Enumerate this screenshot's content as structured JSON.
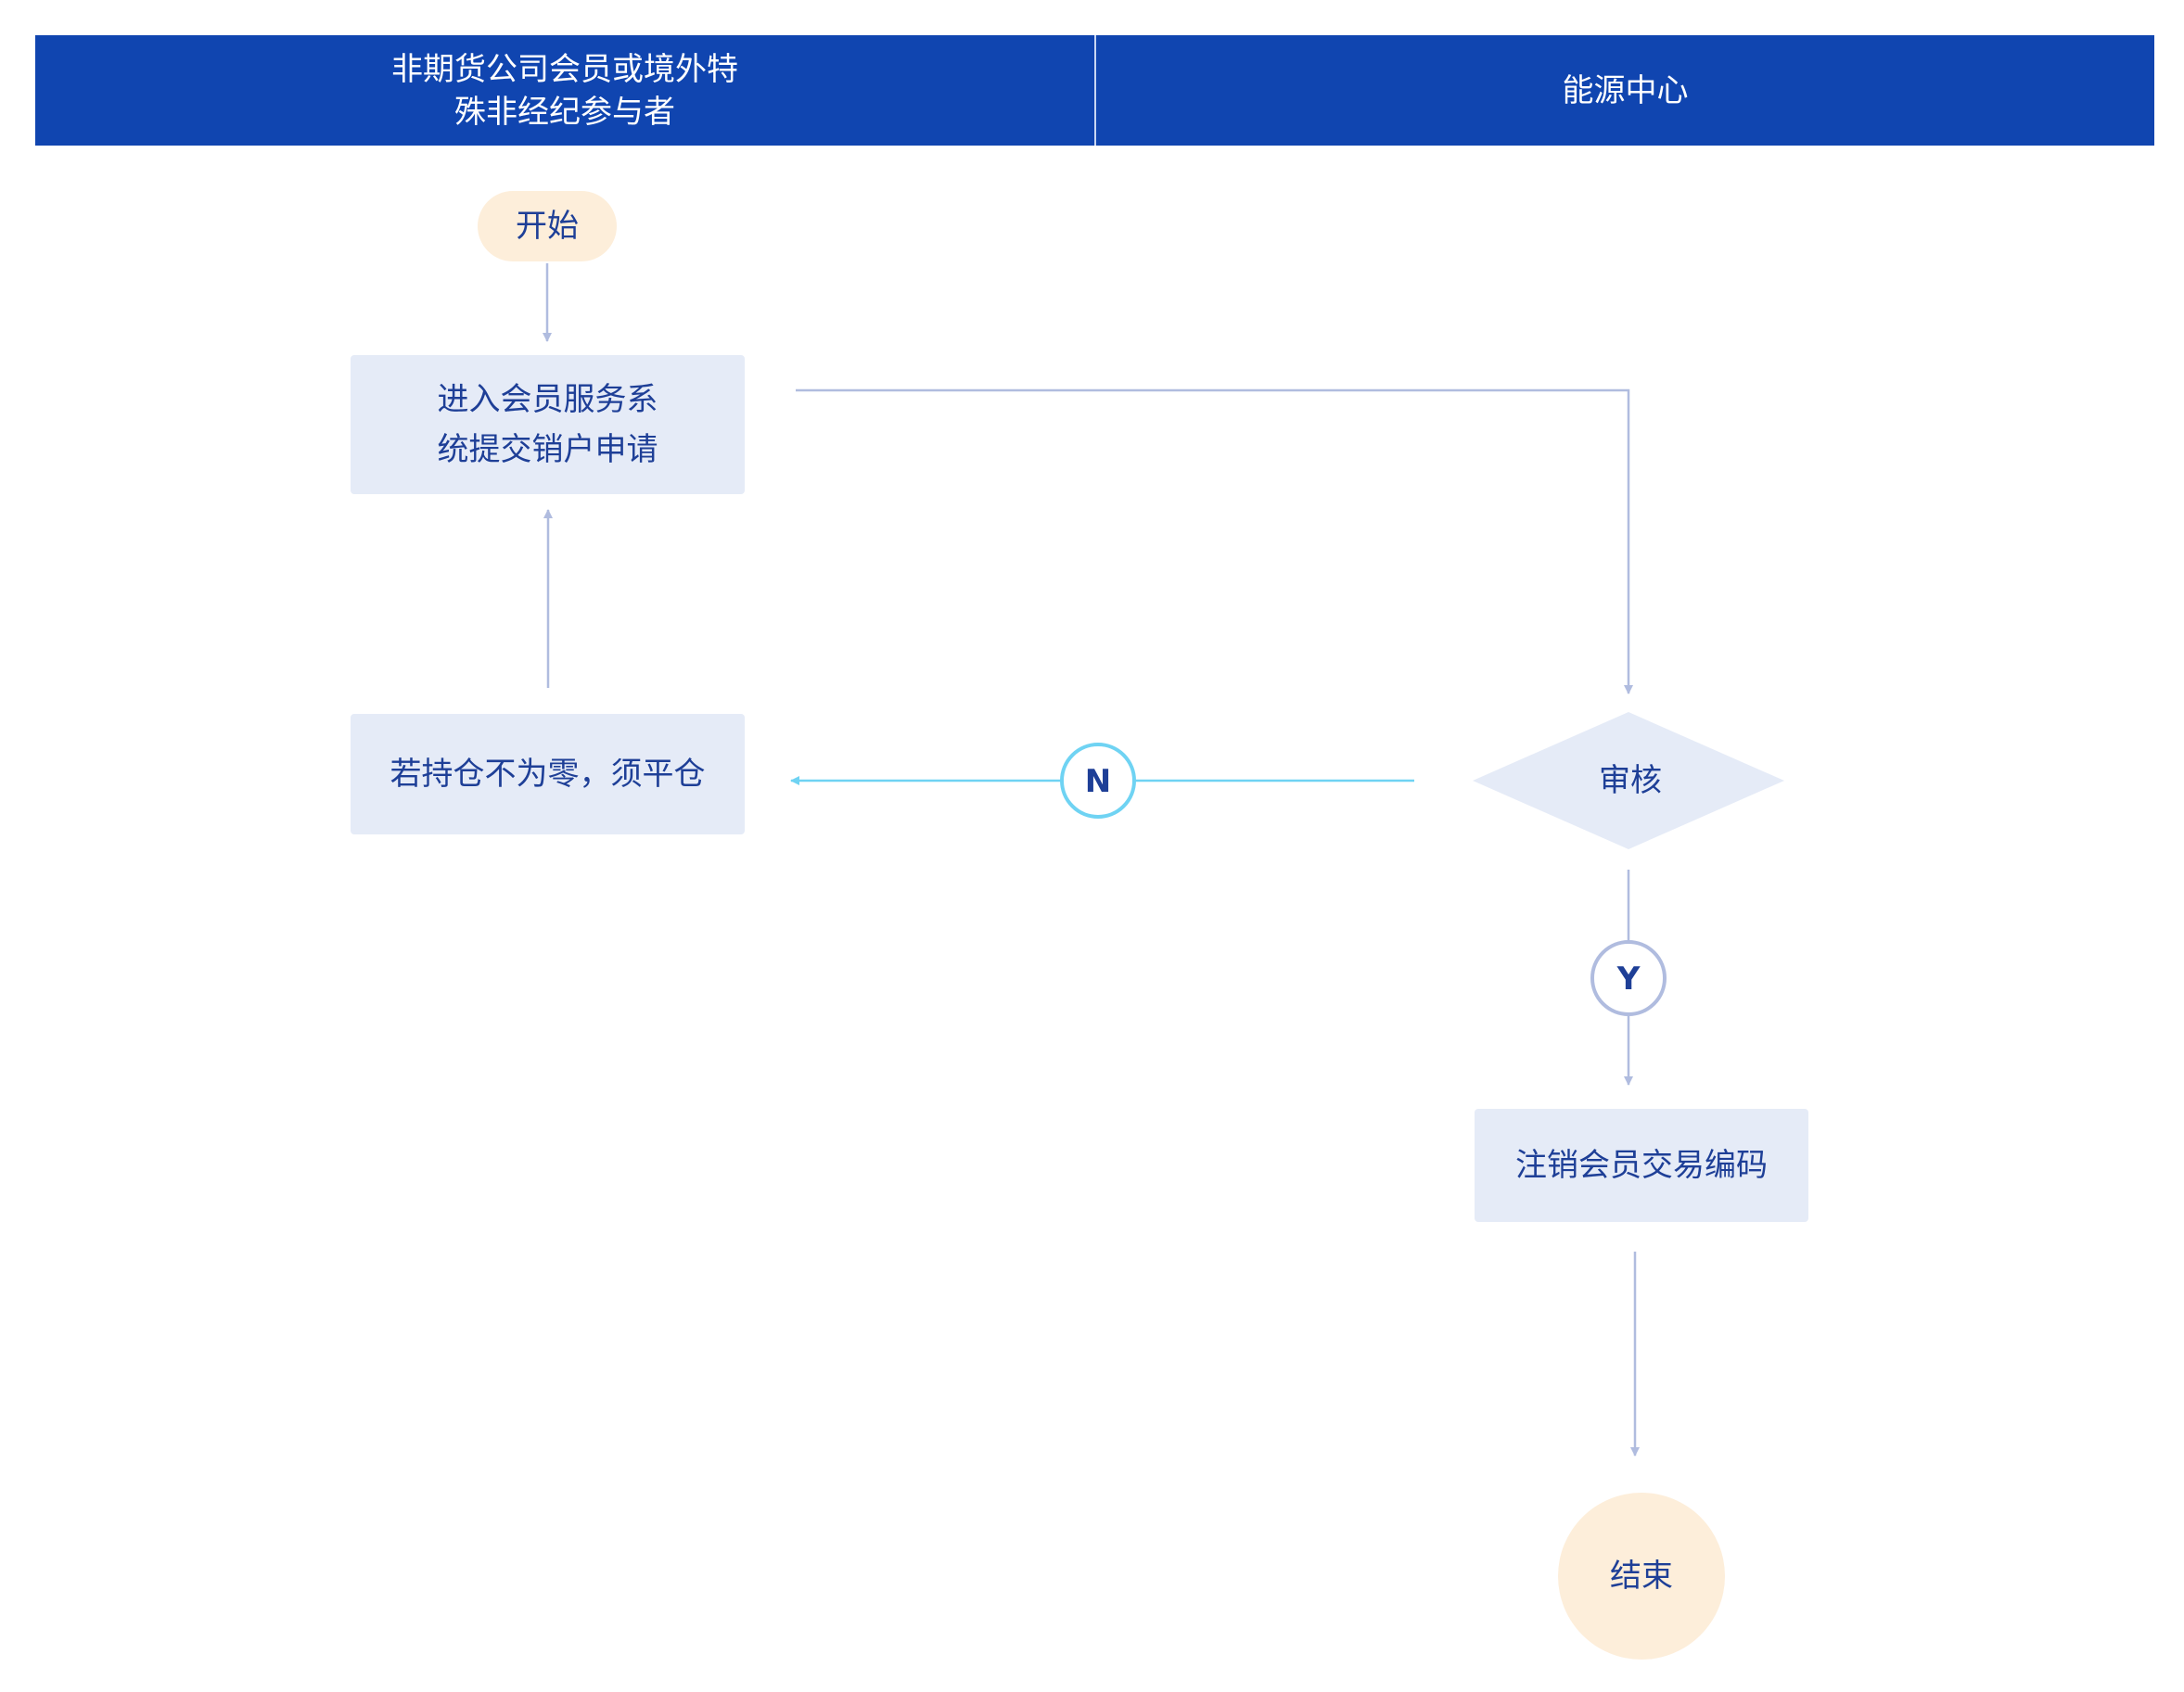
{
  "lanes": [
    {
      "title": "非期货公司会员或境外特\n殊非经纪参与者"
    },
    {
      "title": "能源中心"
    }
  ],
  "nodes": {
    "start": "开始",
    "submit_request": "进入会员服务系\n统提交销户申请",
    "close_positions": "若持仓不为零，须平仓",
    "review": "审核",
    "cancel_code": "注销会员交易编码",
    "end": "结束"
  },
  "branches": {
    "no": "N",
    "yes": "Y"
  },
  "colors": {
    "header": "#1045b0",
    "node_text": "#1e3f97",
    "process_fill": "#e5ebf7",
    "terminal_fill": "#fdeeda",
    "arrow": "#b0bcdf",
    "no_branch": "#6fd3f3"
  }
}
